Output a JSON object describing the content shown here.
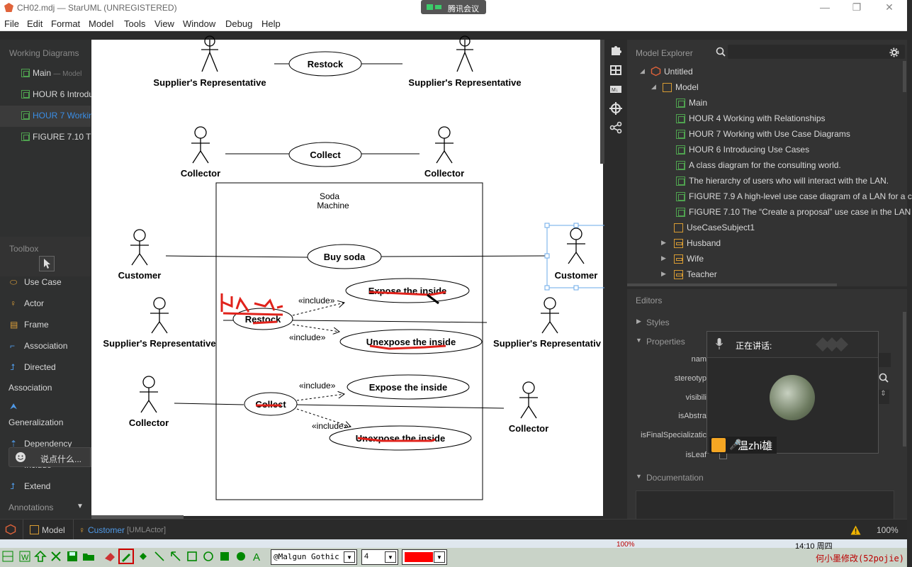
{
  "window": {
    "title": "CH02.mdj — StarUML (UNREGISTERED)",
    "meeting_badge": "腾讯会议",
    "minimize": "—",
    "restore": "❐",
    "close": "✕"
  },
  "menu": [
    "File",
    "Edit",
    "Format",
    "Model",
    "Tools",
    "View",
    "Window",
    "Debug",
    "Help"
  ],
  "working_diagrams": {
    "title": "Working Diagrams",
    "items": [
      {
        "label": "Main",
        "sub": "— Model",
        "active": false
      },
      {
        "label": "HOUR 6 Introdu",
        "sub": "",
        "active": false
      },
      {
        "label": "HOUR 7 Workin",
        "sub": "",
        "active": true
      },
      {
        "label": "FIGURE 7.10 Th",
        "sub": "",
        "active": false
      }
    ]
  },
  "toolbox": {
    "title": "Toolbox",
    "items": [
      {
        "label": "Use Case",
        "icon": "ellipse-icon"
      },
      {
        "label": "Actor",
        "icon": "actor-icon"
      },
      {
        "label": "Frame",
        "icon": "frame-icon"
      },
      {
        "label": "Association",
        "icon": "association-icon"
      },
      {
        "label": "Directed",
        "icon": "directed-association-icon"
      },
      {
        "label": "Association",
        "icon": ""
      },
      {
        "label": "",
        "icon": "generalization-icon"
      },
      {
        "label": "Generalization",
        "icon": ""
      },
      {
        "label": "Dependency",
        "icon": "dependency-icon"
      },
      {
        "label": "Include",
        "icon": "include-icon"
      },
      {
        "label": "Extend",
        "icon": "extend-icon"
      }
    ],
    "annotations": "Annotations"
  },
  "chat_input": {
    "placeholder": "说点什么..."
  },
  "diagram": {
    "actors_top": [
      {
        "label": "Supplier's Representative"
      },
      {
        "label": "Supplier's Representative"
      },
      {
        "label": "Collector"
      },
      {
        "label": "Collector"
      }
    ],
    "usecases_top": [
      "Restock",
      "Collect"
    ],
    "system": {
      "label_line1": "Soda",
      "label_line2": "Machine"
    },
    "actors_inner": [
      {
        "label": "Customer"
      },
      {
        "label": "Customer"
      },
      {
        "label": "Supplier's Representative"
      },
      {
        "label": "Supplier's Representativ"
      },
      {
        "label": "Collector"
      },
      {
        "label": "Collector"
      }
    ],
    "usecases_inner": [
      "Buy soda",
      "Restock",
      "Expose the inside",
      "Unexpose the inside",
      "Collect",
      "Expose the inside",
      "Unexpose the inside"
    ],
    "include_label": "«include»"
  },
  "explorer": {
    "title": "Model Explorer",
    "tree": [
      {
        "label": "Untitled",
        "level": 0,
        "kind": "project",
        "arrow": "◢"
      },
      {
        "label": "Model",
        "level": 1,
        "kind": "package",
        "arrow": "◢"
      },
      {
        "label": "Main",
        "level": 2,
        "kind": "diagram",
        "arrow": ""
      },
      {
        "label": "HOUR 4 Working with Relationships",
        "level": 2,
        "kind": "diagram",
        "arrow": ""
      },
      {
        "label": "HOUR 7 Working with Use Case Diagrams",
        "level": 2,
        "kind": "diagram",
        "arrow": ""
      },
      {
        "label": "HOUR 6 Introducing Use Cases",
        "level": 2,
        "kind": "diagram",
        "arrow": ""
      },
      {
        "label": "A class diagram for the consulting world.",
        "level": 2,
        "kind": "diagram",
        "arrow": ""
      },
      {
        "label": "The hierarchy of users who will interact with the LAN.",
        "level": 2,
        "kind": "diagram",
        "arrow": ""
      },
      {
        "label": "FIGURE 7.9 A high-level use case diagram of a LAN for a c",
        "level": 2,
        "kind": "diagram",
        "arrow": ""
      },
      {
        "label": "FIGURE 7.10 The “Create a proposal” use case in the LAN",
        "level": 2,
        "kind": "diagram",
        "arrow": ""
      },
      {
        "label": "UseCaseSubject1",
        "level": 2,
        "kind": "subject",
        "arrow": ""
      },
      {
        "label": "Husband",
        "level": 2,
        "kind": "class",
        "arrow": "▶"
      },
      {
        "label": "Wife",
        "level": 2,
        "kind": "class",
        "arrow": "▶"
      },
      {
        "label": "Teacher",
        "level": 2,
        "kind": "class",
        "arrow": "▶"
      }
    ]
  },
  "editors": {
    "title": "Editors",
    "styles": "Styles",
    "properties": "Properties",
    "documentation": "Documentation",
    "prop_labels": [
      "nam",
      "stereotyp",
      "visibili",
      "isAbstra",
      "isFinalSpecializatic",
      "isLeaf"
    ]
  },
  "meeting": {
    "speaking": "正在讲话:",
    "participant": "温zhi雄"
  },
  "statusbar": {
    "model": "Model",
    "selected": "Customer",
    "selected_type": "[UMLActor]",
    "zoom": "100%"
  },
  "drawbar": {
    "font": "@Malgun Gothic",
    "size": "4",
    "credit": "何小墨修改(52pojie)",
    "clock": "14:10 周四",
    "zoom": "100%",
    "pen_color": "#ff0000"
  }
}
